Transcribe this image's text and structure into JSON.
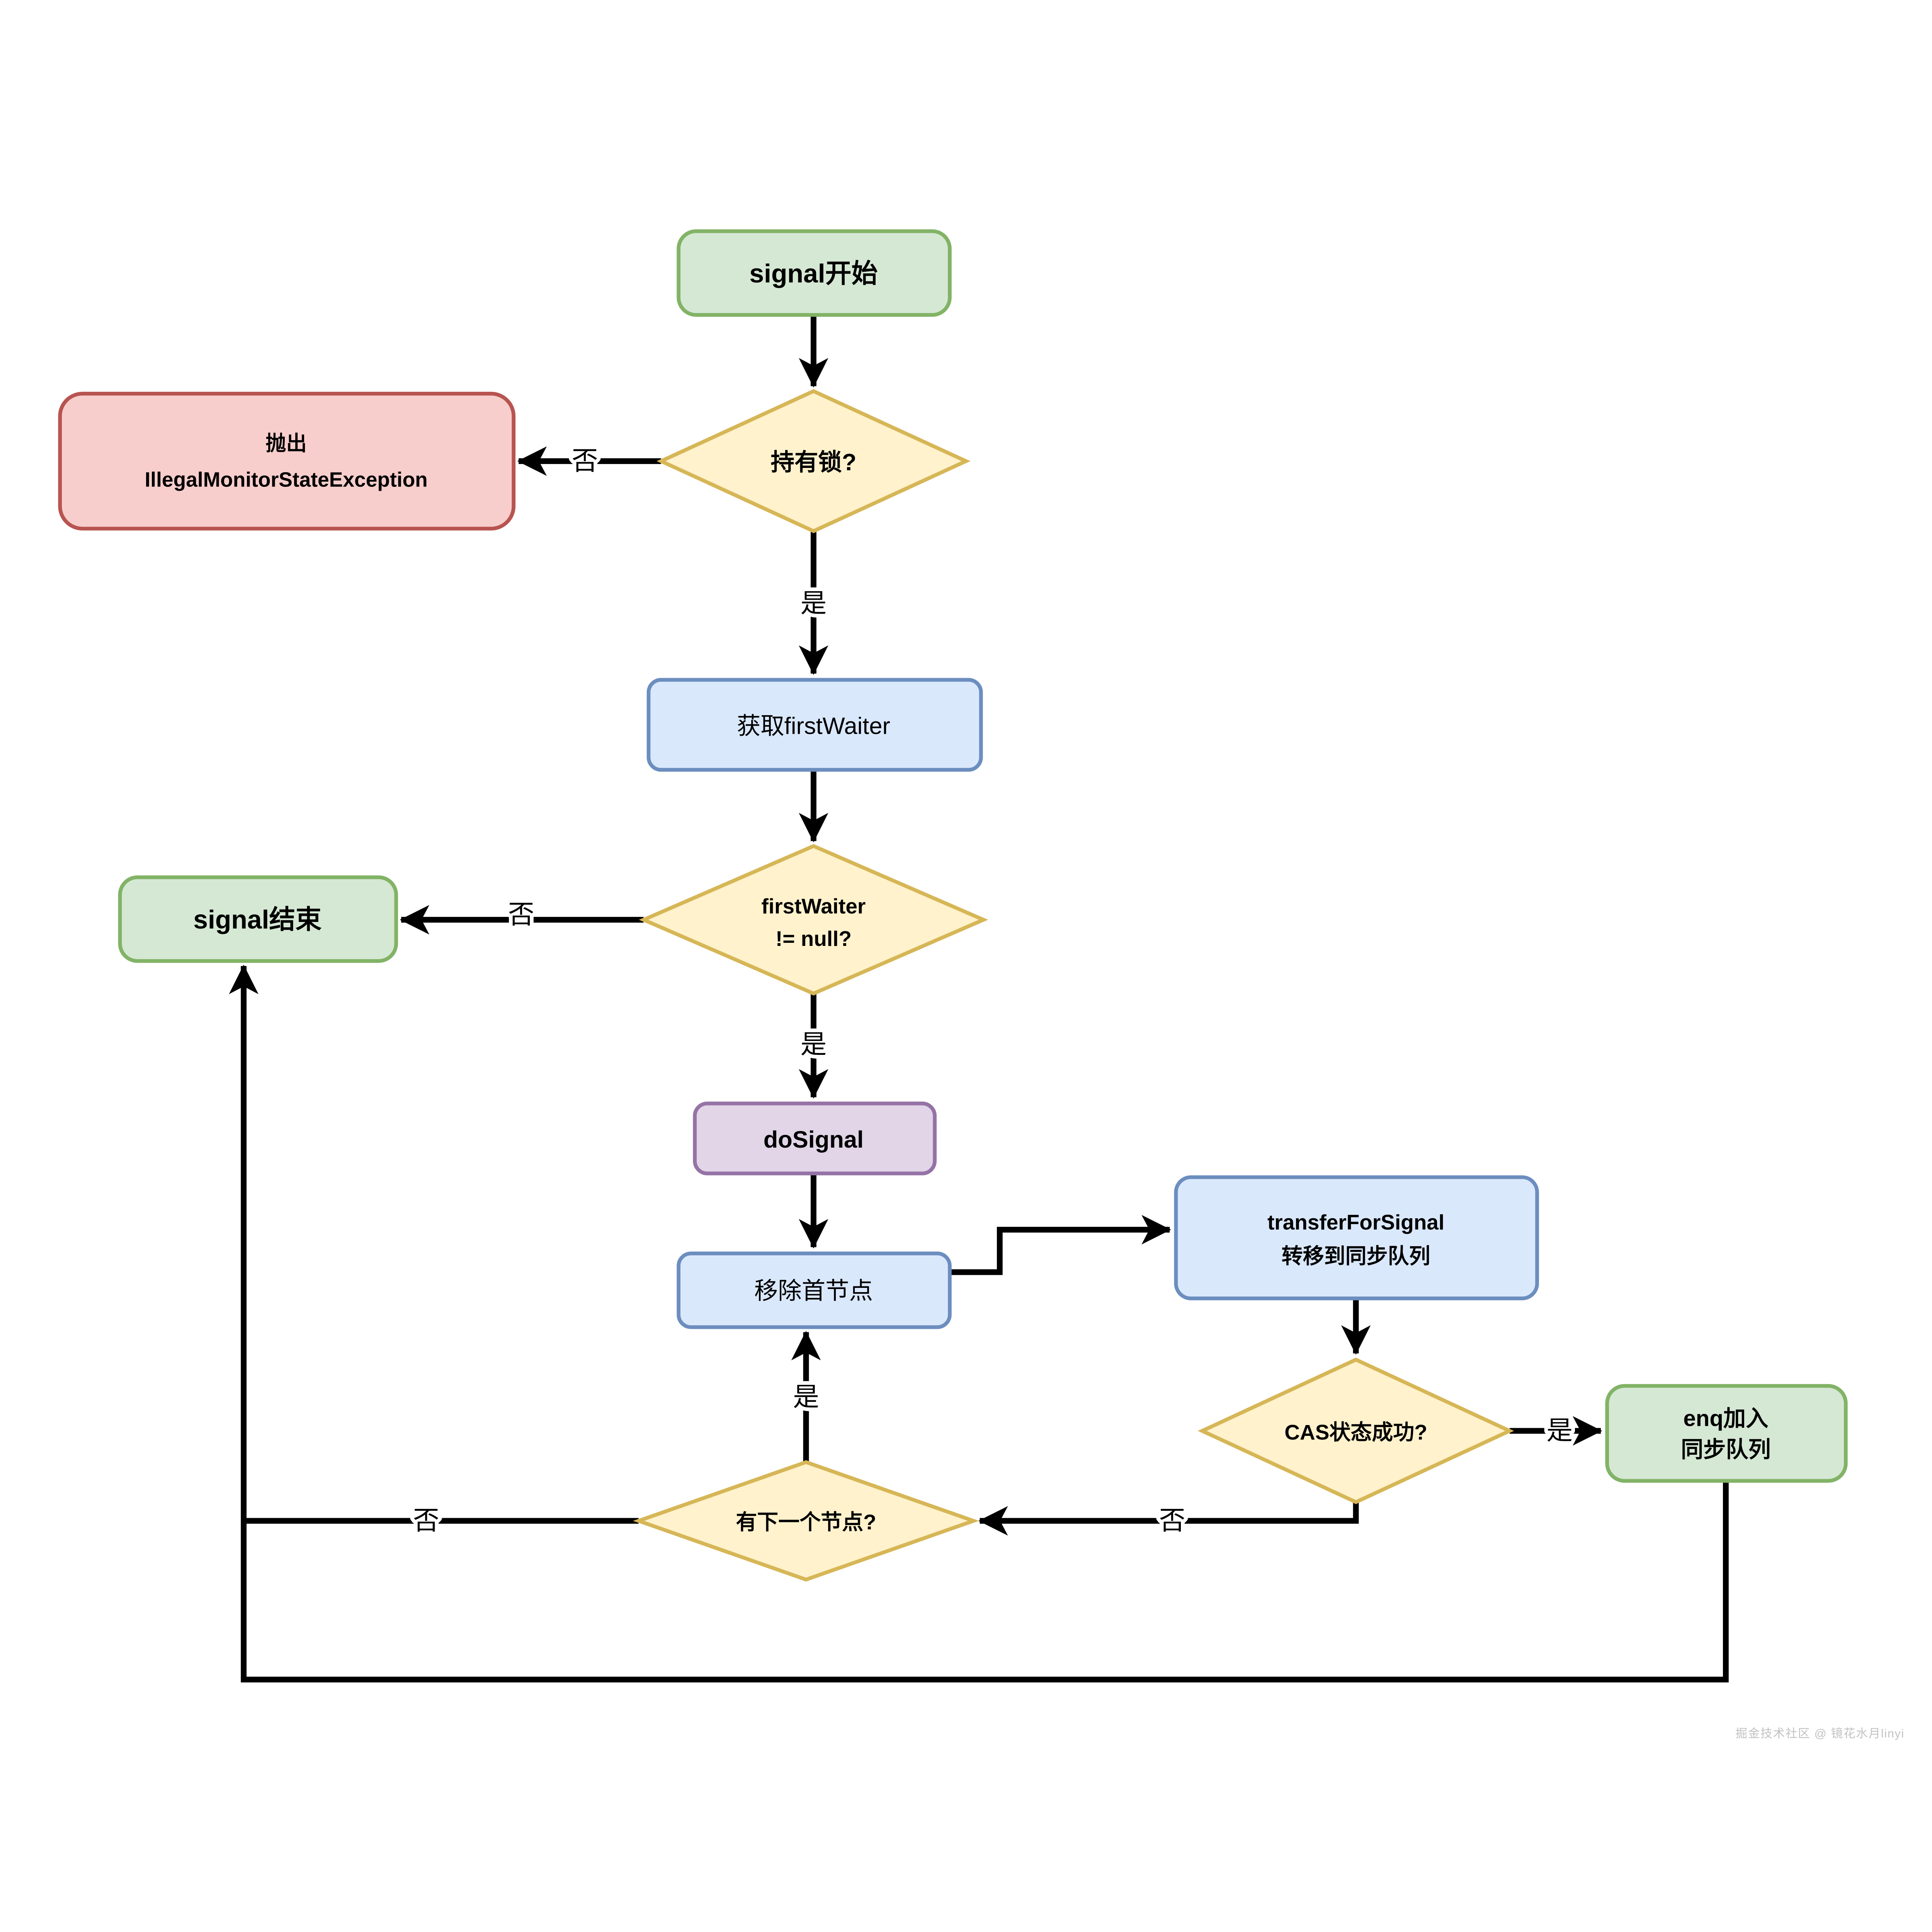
{
  "colors": {
    "green_fill": "#d5e8d4",
    "green_stroke": "#82b366",
    "red_fill": "#f8cecc",
    "red_stroke": "#b85450",
    "yellow_fill": "#fff2cc",
    "yellow_stroke": "#d6b656",
    "blue_fill": "#dae8fc",
    "blue_stroke": "#6c8ebf",
    "purple_fill": "#e1d5e7",
    "purple_stroke": "#9673a6",
    "line": "#000000",
    "watermark": "#c2c2c2"
  },
  "nodes": {
    "start": {
      "label": "signal开始"
    },
    "check_lock": {
      "label": "持有锁?"
    },
    "throw_exception": {
      "line1": "抛出",
      "line2": "IllegalMonitorStateException"
    },
    "get_first_waiter": {
      "label": "获取firstWaiter"
    },
    "check_first_waiter": {
      "line1": "firstWaiter",
      "line2": "!= null?"
    },
    "signal_end": {
      "label": "signal结束"
    },
    "do_signal": {
      "label": "doSignal"
    },
    "remove_head": {
      "label": "移除首节点"
    },
    "transfer_for_signal": {
      "line1": "transferForSignal",
      "line2": "转移到同步队列"
    },
    "check_cas": {
      "label": "CAS状态成功?"
    },
    "enq": {
      "line1": "enq加入",
      "line2": "同步队列"
    },
    "check_next": {
      "label": "有下一个节点?"
    }
  },
  "edge_labels": {
    "yes": "是",
    "no": "否"
  },
  "watermark": "掘金技术社区 @ 镜花水月linyi"
}
